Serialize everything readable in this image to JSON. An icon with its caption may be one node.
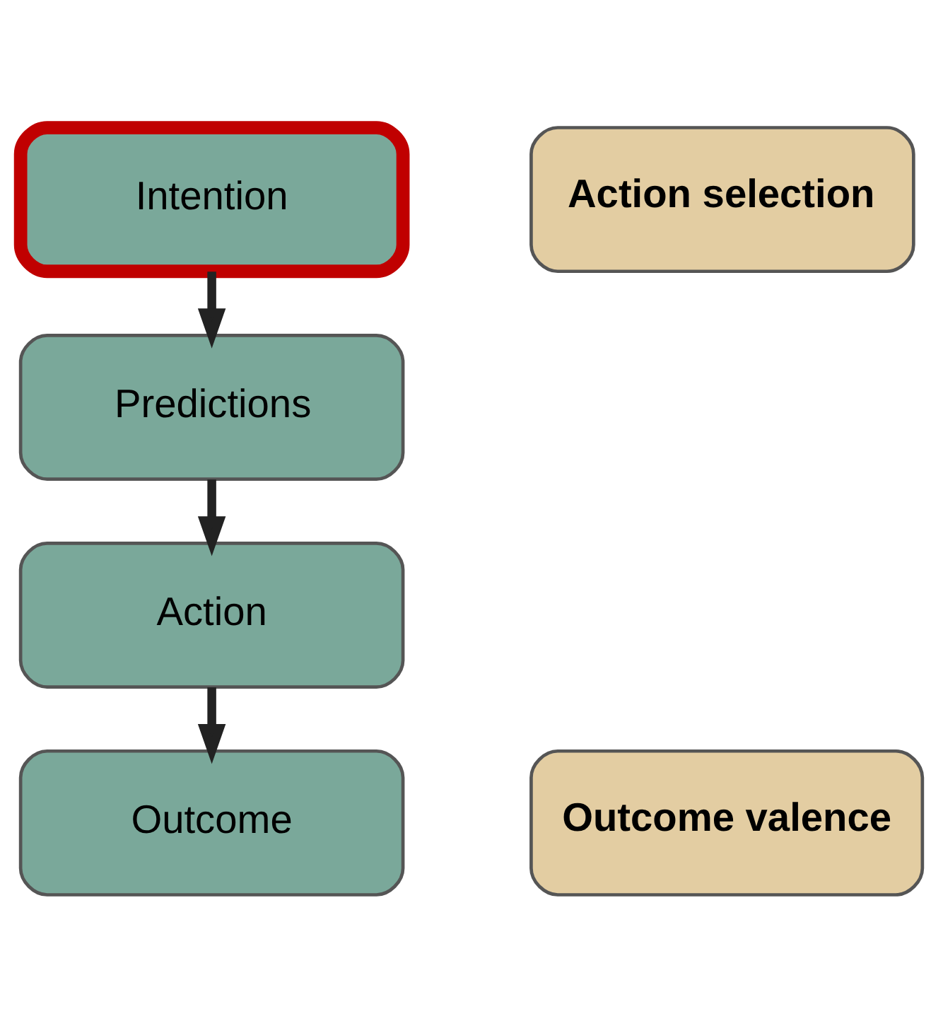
{
  "diagram": {
    "nodes": [
      {
        "text": [
          "Intention"
        ]
      },
      {
        "text": [
          "Predictions"
        ]
      },
      {
        "text": [
          "Action"
        ]
      },
      {
        "text": [
          "Outcome"
        ]
      },
      {
        "text": [
          "Action selection"
        ]
      },
      {
        "text": [
          "Outcome valence"
        ]
      }
    ],
    "edges": [
      {
        "from": 0,
        "to": 1,
        "arrow": "to"
      },
      {
        "from": 1,
        "to": 2,
        "arrow": "to"
      },
      {
        "from": 2,
        "to": 3,
        "arrow": "to"
      }
    ]
  }
}
